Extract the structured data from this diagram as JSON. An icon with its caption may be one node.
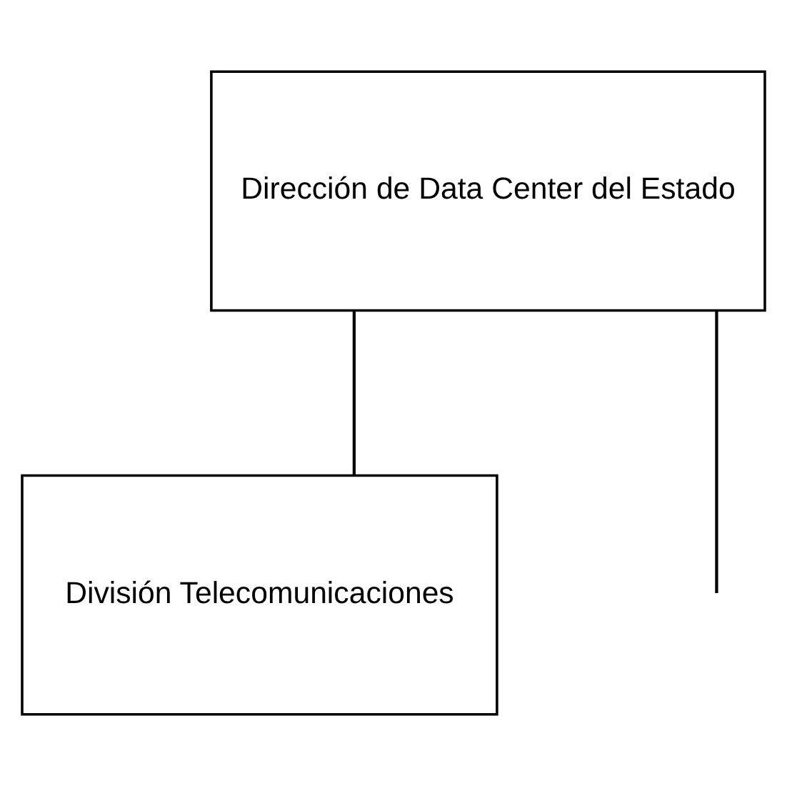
{
  "diagram": {
    "nodes": [
      {
        "text": [
          "Dirección de Data Center del Estado"
        ]
      },
      {
        "text": [
          "División Telecomunicaciones"
        ]
      }
    ],
    "edges": [
      {
        "from": 0,
        "to": 1,
        "arrow": "none"
      },
      {
        "from": 0,
        "to": null,
        "arrow": "none"
      }
    ]
  }
}
